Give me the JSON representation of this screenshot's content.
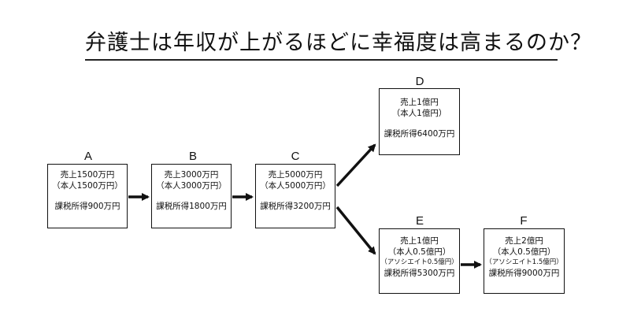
{
  "title": "弁護士は年収が上がるほどに幸福度は高まるのか？",
  "nodes": {
    "A": {
      "label": "A",
      "line1": "売上1500万円",
      "line2": "（本人1500万円）",
      "line3": "課税所得900万円"
    },
    "B": {
      "label": "B",
      "line1": "売上3000万円",
      "line2": "（本人3000万円）",
      "line3": "課税所得1800万円"
    },
    "C": {
      "label": "C",
      "line1": "売上5000万円",
      "line2": "（本人5000万円）",
      "line3": "課税所得3200万円"
    },
    "D": {
      "label": "D",
      "line1": "売上1億円",
      "line2": "（本人1億円）",
      "line3": "課税所得6400万円"
    },
    "E": {
      "label": "E",
      "line1": "売上1億円",
      "line2": "（本人0.5億円）",
      "line2b": "（アソシエイト0.5億円）",
      "line3": "課税所得5300万円"
    },
    "F": {
      "label": "F",
      "line1": "売上2億円",
      "line2": "（本人0.5億円）",
      "line2b": "（アソシエイト1.5億円）",
      "line3": "課税所得9000万円"
    }
  },
  "colors": {
    "line": "#111111",
    "background": "#ffffff"
  }
}
